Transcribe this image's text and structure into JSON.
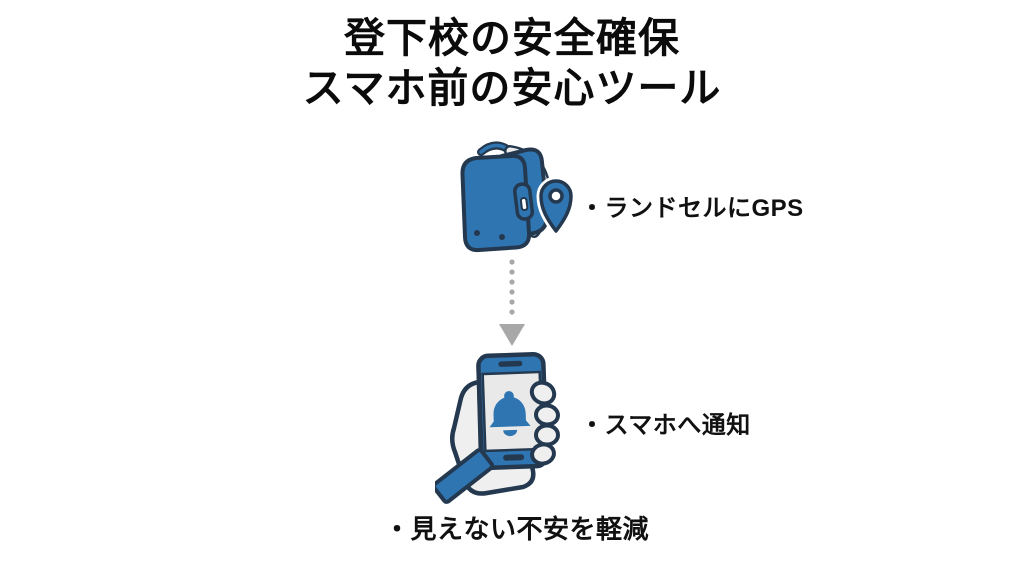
{
  "slide": {
    "title": {
      "line1": "登下校の安全確保",
      "line2": "スマホ前の安心ツール"
    },
    "items": [
      {
        "icon": "backpack-with-gps-pin",
        "label": "・ランドセルにGPS"
      },
      {
        "icon": "hand-holding-phone-with-bell",
        "label": "・スマホへ通知"
      }
    ],
    "footer_label": "・見えない不安を軽減",
    "icons": {
      "backpack": "backpack-icon",
      "gps_pin": "gps-pin-icon",
      "arrow": "dotted-down-arrow-icon",
      "hand_phone": "hand-holding-phone-icon",
      "bell": "bell-icon"
    },
    "colors": {
      "accent-blue": "#2E75B1",
      "outline-navy": "#24394F",
      "hand-gray": "#EFEFEF",
      "screen-gray": "#E9E9EA",
      "strap-gray": "#ECECEC",
      "arrow-gray": "#A8A8A8",
      "text-black": "#0B0B0B",
      "background": "#FFFFFF"
    }
  }
}
